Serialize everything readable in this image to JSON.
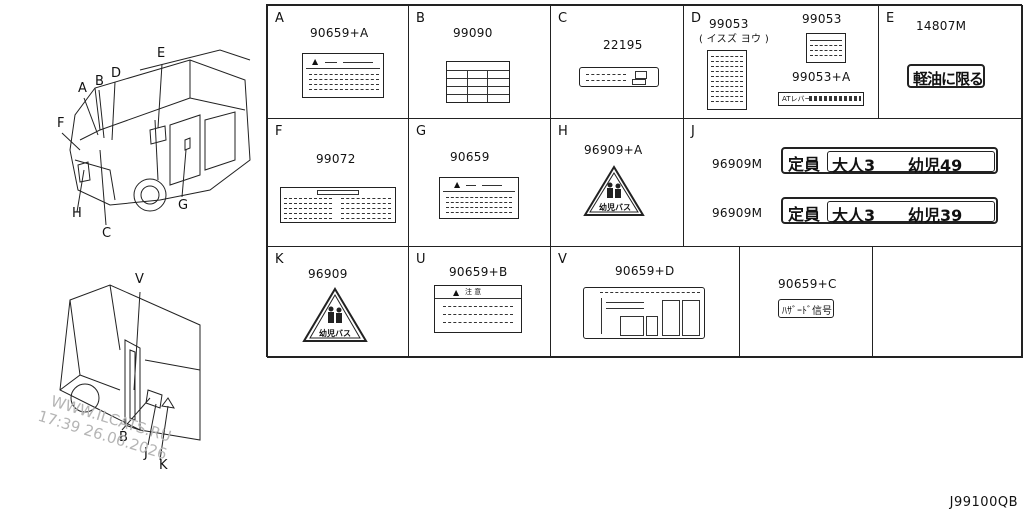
{
  "callouts": {
    "front": [
      "A",
      "B",
      "D",
      "E",
      "F",
      "H",
      "C",
      "G"
    ],
    "rear": [
      "V",
      "B",
      "J",
      "K"
    ]
  },
  "watermark": {
    "line1": "WWW.ILCATS.RU",
    "line2": "17:39 26.06.2026"
  },
  "cells": {
    "A": {
      "letter": "A",
      "part": "90659+A"
    },
    "B": {
      "letter": "B",
      "part": "99090"
    },
    "C": {
      "letter": "C",
      "part": "22195"
    },
    "D": {
      "letter": "D",
      "part": "99053",
      "note": "( イスズ ヨウ )",
      "part2": "99053",
      "part3": "99053+A",
      "sticker_text": "ATレバー"
    },
    "E": {
      "letter": "E",
      "part": "14807M",
      "sticker_text": "軽油に限る"
    },
    "F": {
      "letter": "F",
      "part": "99072"
    },
    "G": {
      "letter": "G",
      "part": "90659"
    },
    "H": {
      "letter": "H",
      "part": "96909+A",
      "sticker_text": "幼児バス"
    },
    "J": {
      "letter": "J",
      "part1": "96909M",
      "part2": "96909M",
      "plate1": {
        "a": "定員",
        "b": "大人3",
        "c": "幼児49"
      },
      "plate2": {
        "a": "定員",
        "b": "大人3",
        "c": "幼児39"
      }
    },
    "K": {
      "letter": "K",
      "part": "96909",
      "sticker_text": "幼児バス"
    },
    "U": {
      "letter": "U",
      "part": "90659+B",
      "sticker_text": "注 意"
    },
    "V": {
      "letter": "V",
      "part": "90659+D"
    },
    "C2": {
      "part": "90659+C",
      "sticker_text": "ﾊｻﾞｰﾄﾞ信号"
    }
  },
  "diagram_code": "J99100QB"
}
